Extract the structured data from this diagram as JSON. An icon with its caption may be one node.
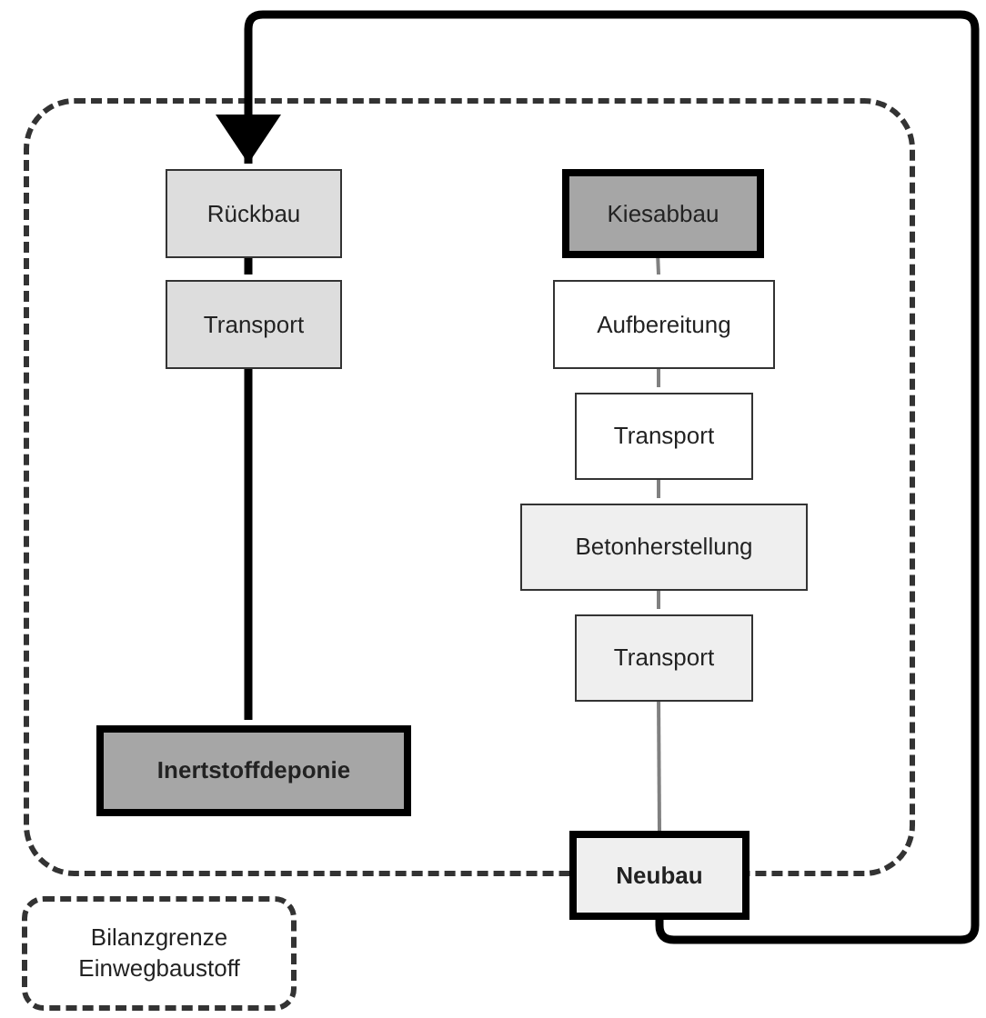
{
  "diagram": {
    "nodes": [
      {
        "text": [],
        "shape": "box"
      },
      {
        "text": [
          "Rückbau"
        ],
        "in": 0
      },
      {
        "text": [
          "Transport"
        ],
        "in": 0
      },
      {
        "text": [
          "Inertstoffdeponie"
        ],
        "in": 0
      },
      {
        "text": [
          "Kiesabbau"
        ],
        "in": 0
      },
      {
        "text": [
          "Aufbereitung"
        ],
        "in": 0
      },
      {
        "text": [
          "Transport"
        ],
        "in": 0
      },
      {
        "text": [
          "Betonherstellung"
        ],
        "in": 0
      },
      {
        "text": [
          "Transport"
        ],
        "in": 0
      },
      {
        "text": [
          "Neubau"
        ]
      }
    ],
    "edges": [
      {
        "from": 1,
        "to": 2,
        "arrow": "none",
        "style": "thick",
        "color": "#000000"
      },
      {
        "from": 2,
        "to": 3,
        "arrow": "none",
        "style": "thick",
        "color": "#000000"
      },
      {
        "from": 4,
        "to": 5,
        "arrow": "none"
      },
      {
        "from": 5,
        "to": 6,
        "arrow": "none"
      },
      {
        "from": 6,
        "to": 7,
        "arrow": "none"
      },
      {
        "from": 7,
        "to": 8,
        "arrow": "none"
      },
      {
        "from": 8,
        "to": 9,
        "arrow": "none"
      },
      {
        "from": 9,
        "to": 1,
        "arrow": "to",
        "style": "thick",
        "color": "#000000"
      }
    ],
    "legend": [
      {
        "text": "Bilanzgrenze Einwegbaustoff"
      }
    ]
  }
}
